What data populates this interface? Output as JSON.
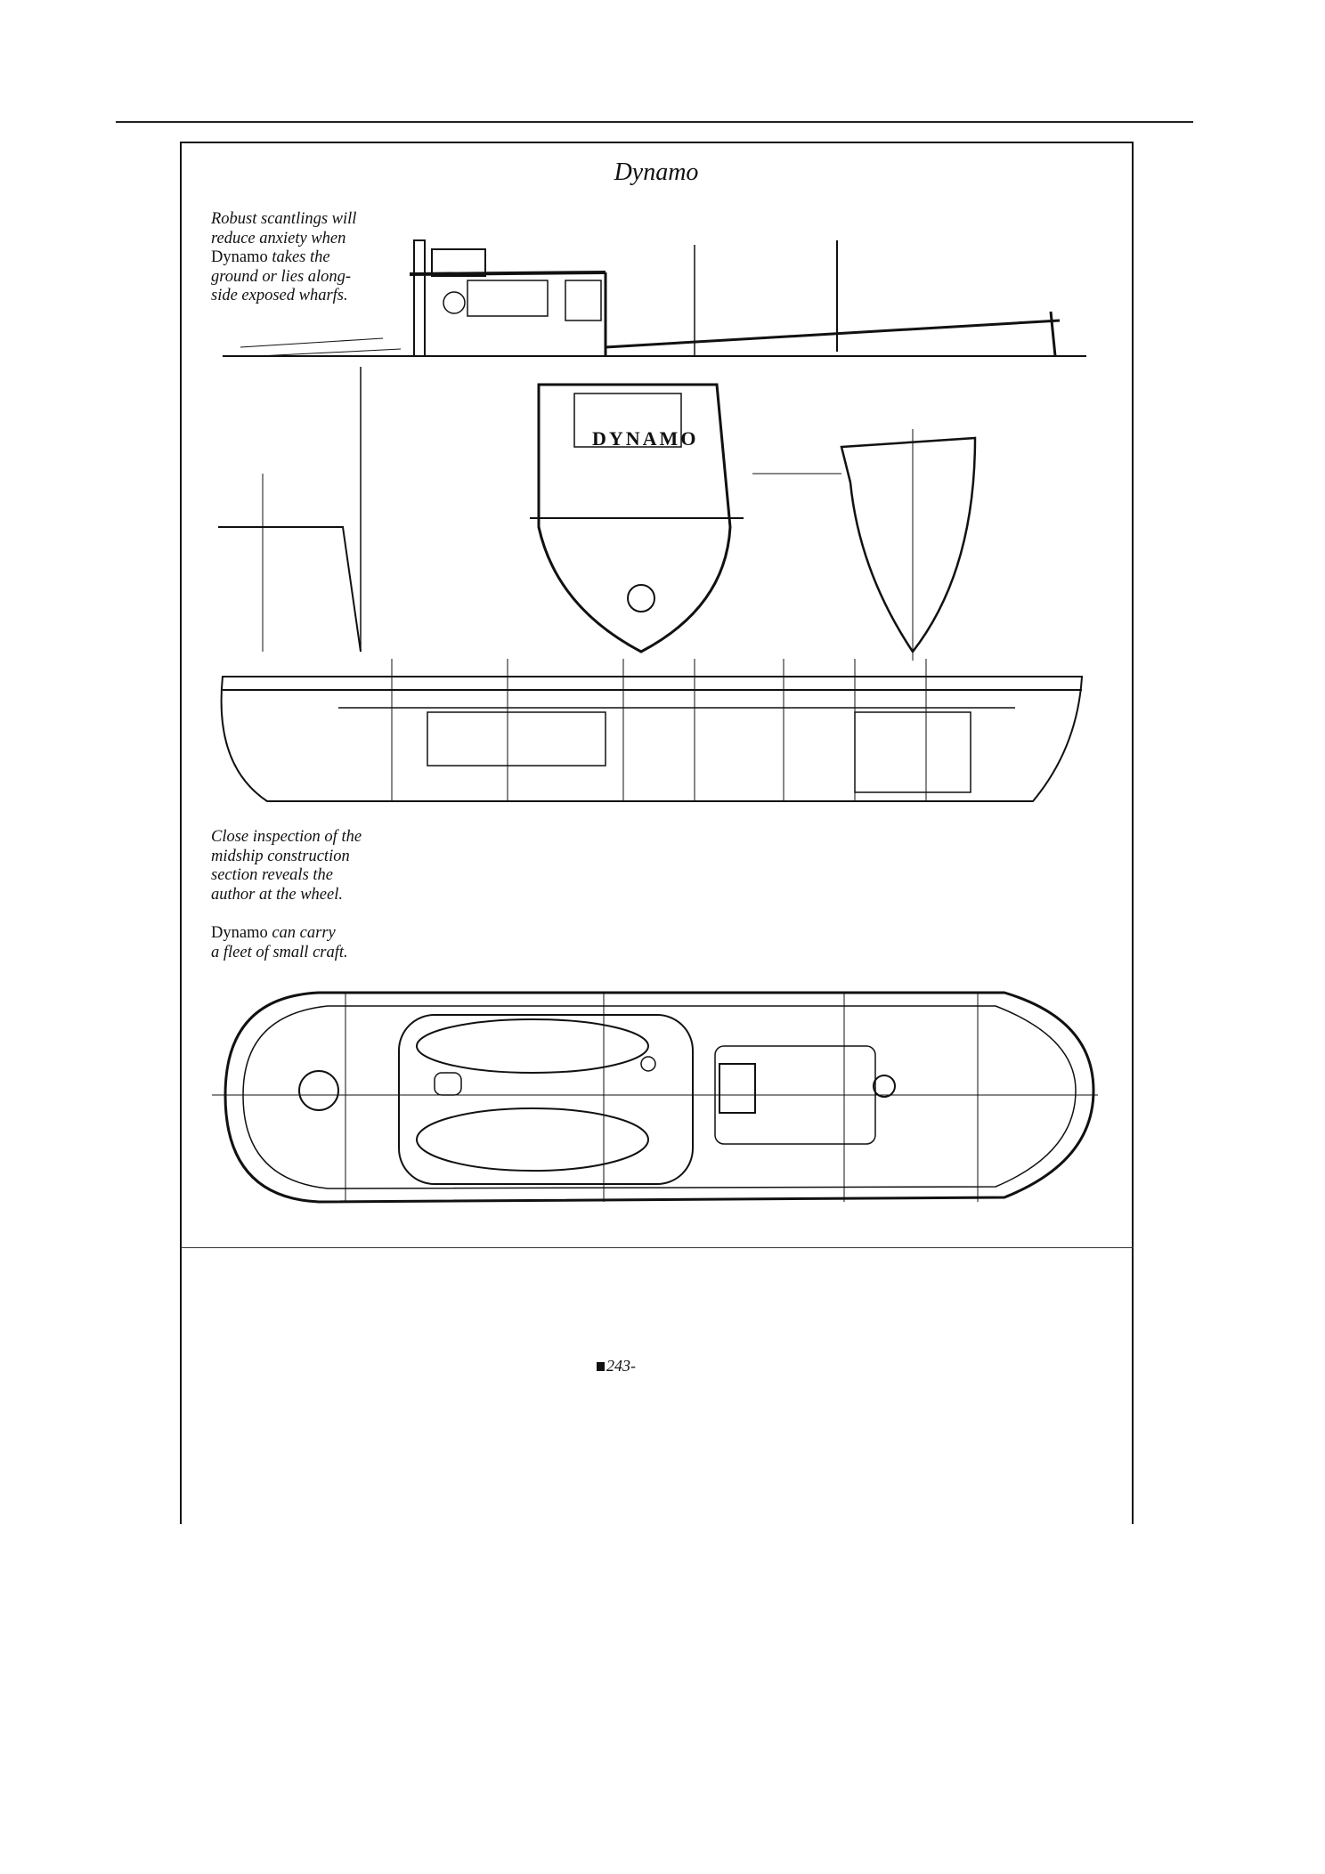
{
  "page": {
    "title": "Dynamo",
    "page_number": "243-"
  },
  "captions": [
    {
      "lines": [
        {
          "italic": "Robust scantlings will"
        },
        {
          "italic": "reduce anxiety when"
        },
        {
          "upright": "Dynamo",
          "italic": " takes the"
        },
        {
          "italic": "ground or lies along-"
        },
        {
          "italic": "side exposed wharfs."
        }
      ]
    },
    {
      "lines": [
        {
          "italic": "Close inspection of the"
        },
        {
          "italic": "midship construction"
        },
        {
          "italic": "section reveals the"
        },
        {
          "italic": "author at the wheel."
        }
      ]
    },
    {
      "lines": [
        {
          "upright": "Dynamo",
          "italic": " can carry"
        },
        {
          "italic": "a fleet of small craft."
        }
      ]
    }
  ],
  "drawings": {
    "transom_lettering": "DYNAMO"
  }
}
